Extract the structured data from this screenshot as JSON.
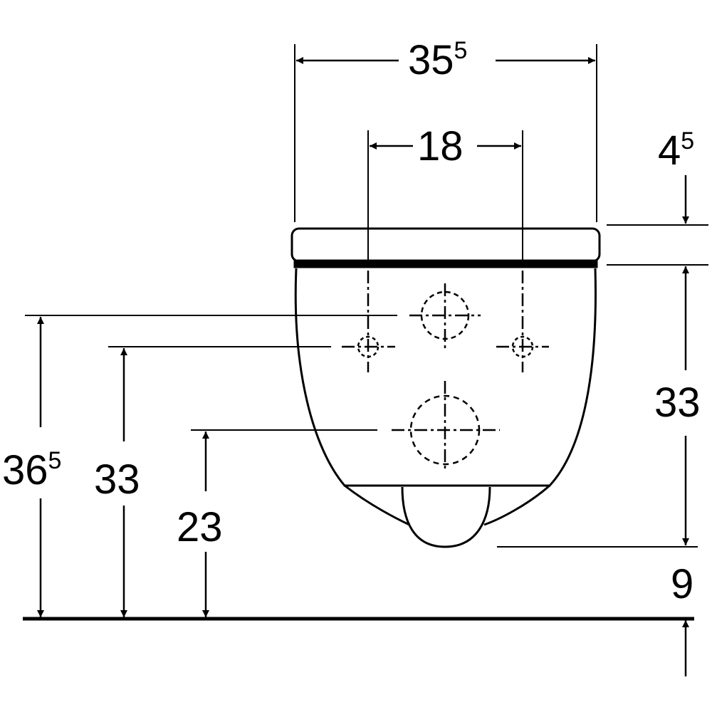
{
  "drawing": {
    "colors": {
      "ink": "#000000",
      "background": "#ffffff"
    },
    "dimensions": {
      "overall_width": {
        "base": "35",
        "sup": "5"
      },
      "fixing_spacing": {
        "base": "18",
        "sup": ""
      },
      "seat_thickness": {
        "base": "4",
        "sup": "5"
      },
      "bowl_height": {
        "base": "33",
        "sup": ""
      },
      "floor_clearance": {
        "base": "9",
        "sup": ""
      },
      "inlet_height": {
        "base": "36",
        "sup": "5"
      },
      "fixing_height": {
        "base": "33",
        "sup": ""
      },
      "outlet_height": {
        "base": "23",
        "sup": ""
      }
    }
  }
}
